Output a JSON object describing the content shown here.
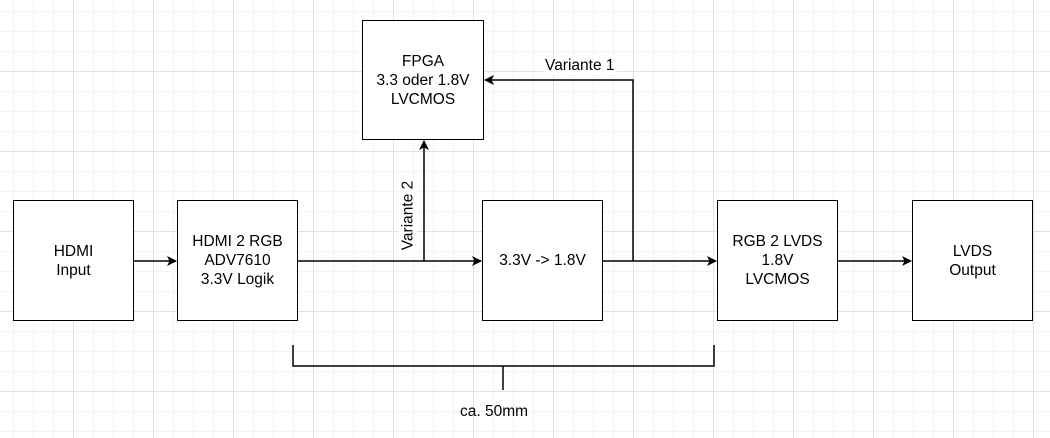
{
  "blocks": {
    "hdmi_input": {
      "lines": [
        "HDMI",
        "Input"
      ]
    },
    "adv7610": {
      "lines": [
        "HDMI 2 RGB",
        "ADV7610",
        "3.3V Logik"
      ]
    },
    "level_shifter": {
      "lines": [
        "3.3V -> 1.8V"
      ]
    },
    "rgb2lvds": {
      "lines": [
        "RGB 2 LVDS",
        "1.8V",
        "LVCMOS"
      ]
    },
    "lvds_output": {
      "lines": [
        "LVDS",
        "Output"
      ]
    },
    "fpga": {
      "lines": [
        "FPGA",
        "3.3 oder 1.8V",
        "LVCMOS"
      ]
    }
  },
  "labels": {
    "variante1": "Variante 1",
    "variante2": "Variante 2",
    "distance": "ca. 50mm"
  },
  "colors": {
    "line": "#000000",
    "grid": "#e2e2e2",
    "background": "#ffffff"
  }
}
